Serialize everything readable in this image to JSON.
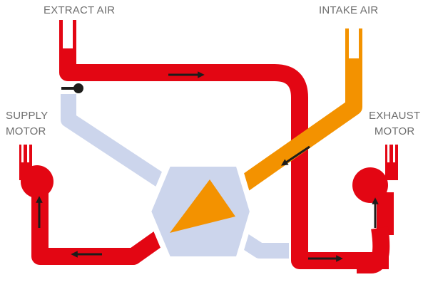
{
  "labels": {
    "extract_air": "EXTRACT AIR",
    "intake_air": "INTAKE AIR",
    "supply_motor": [
      "SUPPLY",
      "MOTOR"
    ],
    "exhaust_motor": [
      "EXHAUST",
      "MOTOR"
    ]
  },
  "colors": {
    "warm_duct": "#e30613",
    "intake_duct": "#f39200",
    "cool_duct": "#ccd5ec",
    "exchanger_fill": "#ccd5ec",
    "exchanger_outline": "#ffffff",
    "arrow": "#1d1d1b",
    "label_text": "#6d6d6d"
  },
  "icons": [
    "flow-arrow-icon",
    "motor-fan-icon",
    "damper-icon",
    "heat-exchanger-icon"
  ]
}
